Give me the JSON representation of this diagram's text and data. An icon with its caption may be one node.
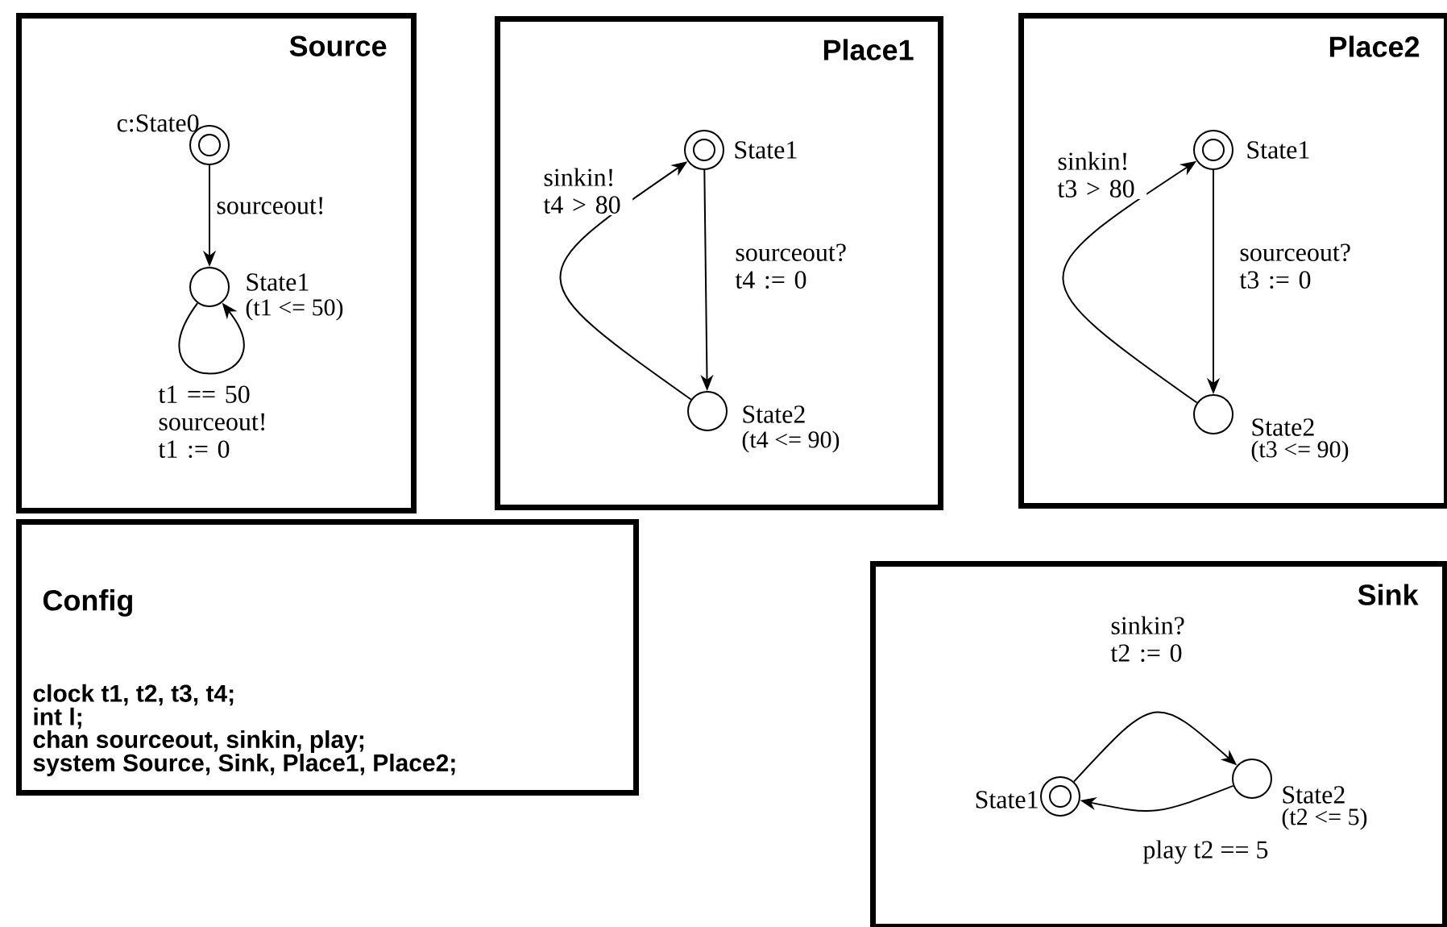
{
  "diagram": {
    "nodes": [
      {
        "text": [
          "Source"
        ]
      },
      {
        "text": [],
        "shape": "ring",
        "in": 0,
        "beside": [
          "c:State0"
        ]
      },
      {
        "text": [],
        "shape": "circle",
        "in": 0,
        "beside": [
          "State1",
          "(t1 <= 50)"
        ]
      },
      {
        "text": [
          "Place1"
        ]
      },
      {
        "text": [],
        "shape": "ring",
        "in": 3,
        "beside": [
          "State1"
        ]
      },
      {
        "text": [],
        "shape": "circle",
        "in": 3,
        "beside": [
          "State2",
          "(t4 <= 90)"
        ]
      },
      {
        "text": [
          "Place2"
        ]
      },
      {
        "text": [],
        "shape": "ring",
        "in": 6,
        "beside": [
          "State1"
        ]
      },
      {
        "text": [],
        "shape": "circle",
        "in": 6,
        "beside": [
          "State2",
          "(t3 <= 90)"
        ]
      },
      {
        "text": [
          "Config",
          "clock t1, t2, t3, t4;",
          "int l;",
          "chan sourceout, sinkin, play;",
          "system Source, Sink, Place1, Place2;"
        ]
      },
      {
        "text": [
          "Sink"
        ]
      },
      {
        "text": [],
        "shape": "ring",
        "in": 10,
        "beside": [
          "State1"
        ]
      },
      {
        "text": [],
        "shape": "circle",
        "in": 10,
        "beside": [
          "State2",
          "(t2 <= 5)"
        ]
      }
    ],
    "edges": [
      {
        "from": 1,
        "to": 2,
        "arrow": "to",
        "label": "sourceout!"
      },
      {
        "from": 2,
        "to": 2,
        "arrow": "to",
        "label": "t1 == 50 sourceout! t1 := 0"
      },
      {
        "from": 4,
        "to": 5,
        "arrow": "to",
        "label": "sourceout? t4 := 0"
      },
      {
        "from": 5,
        "to": 4,
        "arrow": "to",
        "label": "sinkin! t4 > 80"
      },
      {
        "from": 7,
        "to": 8,
        "arrow": "to",
        "label": "sourceout? t3 := 0"
      },
      {
        "from": 8,
        "to": 7,
        "arrow": "to",
        "label": "sinkin! t3 > 80"
      },
      {
        "from": 11,
        "to": 12,
        "arrow": "to",
        "label": "sinkin? t2 := 0"
      },
      {
        "from": 12,
        "to": 11,
        "arrow": "to",
        "label": "play t2 == 5"
      }
    ]
  }
}
